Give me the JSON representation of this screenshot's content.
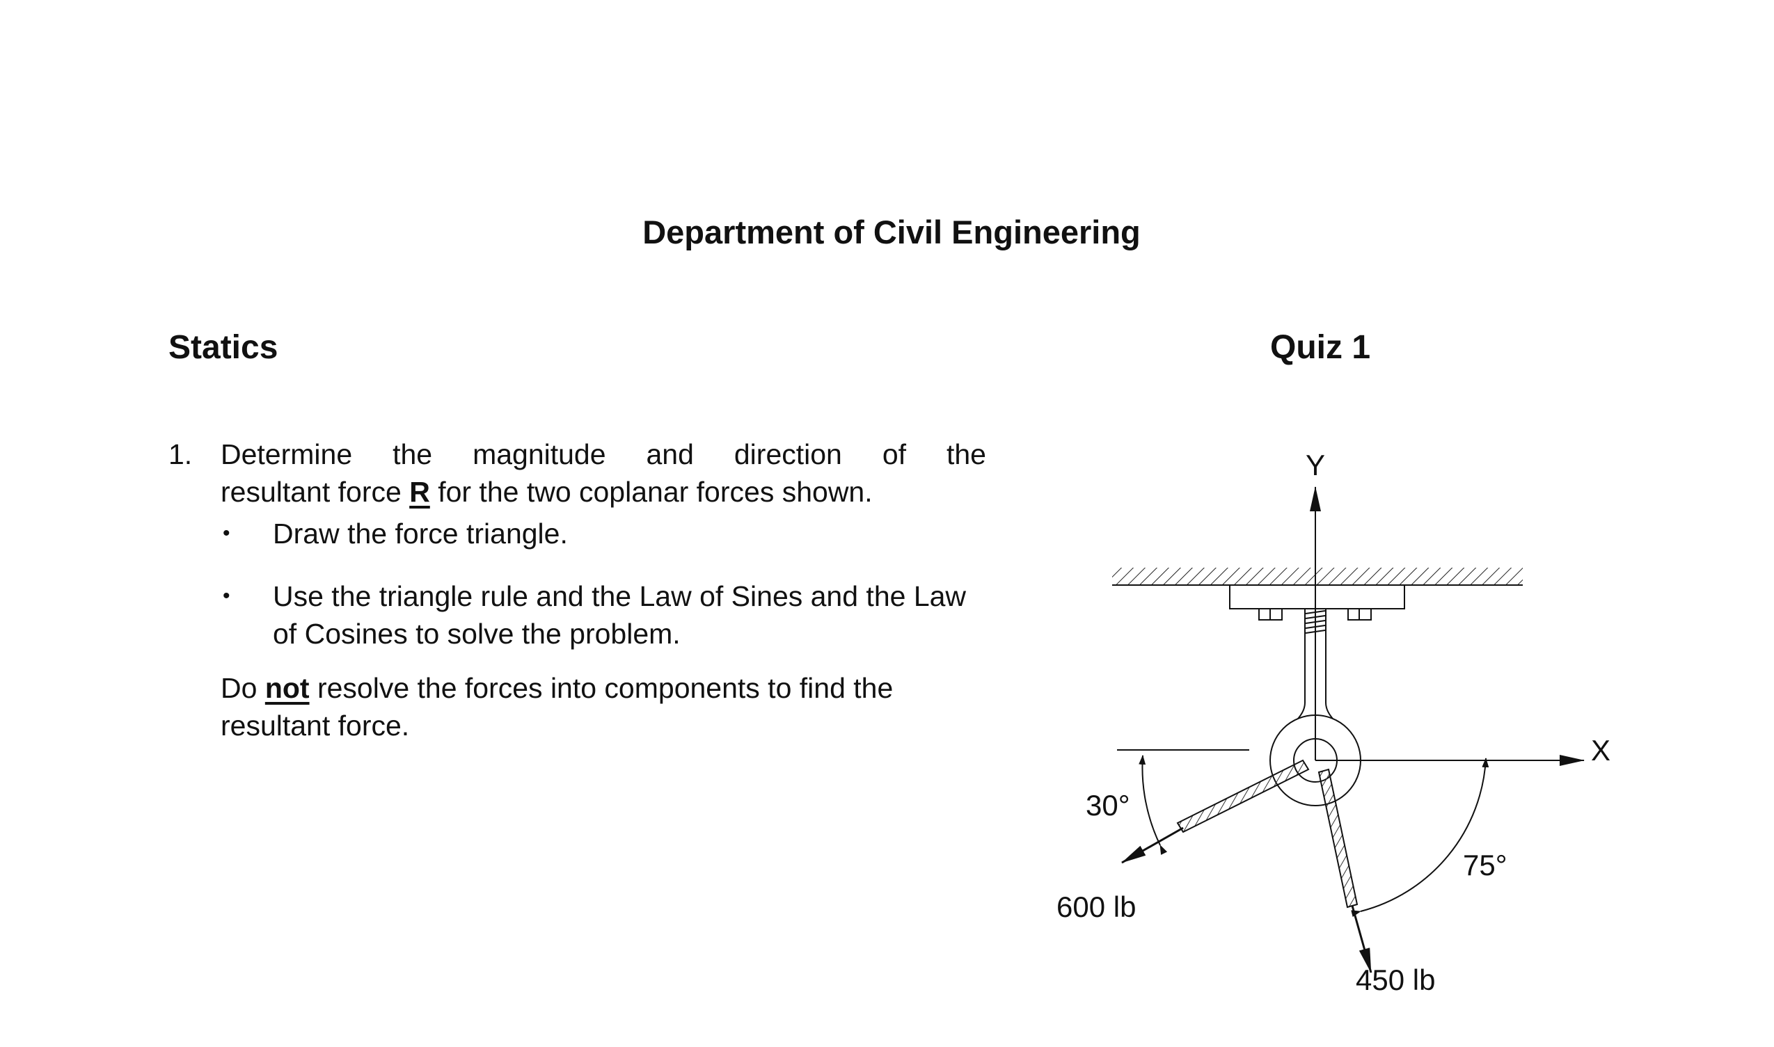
{
  "header": {
    "department": "Department of Civil Engineering",
    "course": "Statics",
    "quiz": "Quiz 1"
  },
  "question": {
    "number": "1.",
    "line1": "Determine the magnitude and direction of the",
    "line2_pre": "resultant force ",
    "line2_bold": "R",
    "line2_post": " for the two coplanar forces shown.",
    "bullets": [
      {
        "symbol": "•",
        "text": "Draw the force triangle."
      },
      {
        "symbol": "•",
        "text": "Use the triangle rule and the Law of Sines and the Law of Cosines to solve the problem."
      }
    ],
    "note_pre": "Do ",
    "note_bold": "not",
    "note_post": " resolve the forces into components to find the resultant force."
  },
  "diagram": {
    "y_axis_label": "Y",
    "x_axis_label": "X",
    "force1_label": "600 lb",
    "force1_angle_label": "30°",
    "force2_label": "450 lb",
    "force2_angle_label": "75°"
  }
}
